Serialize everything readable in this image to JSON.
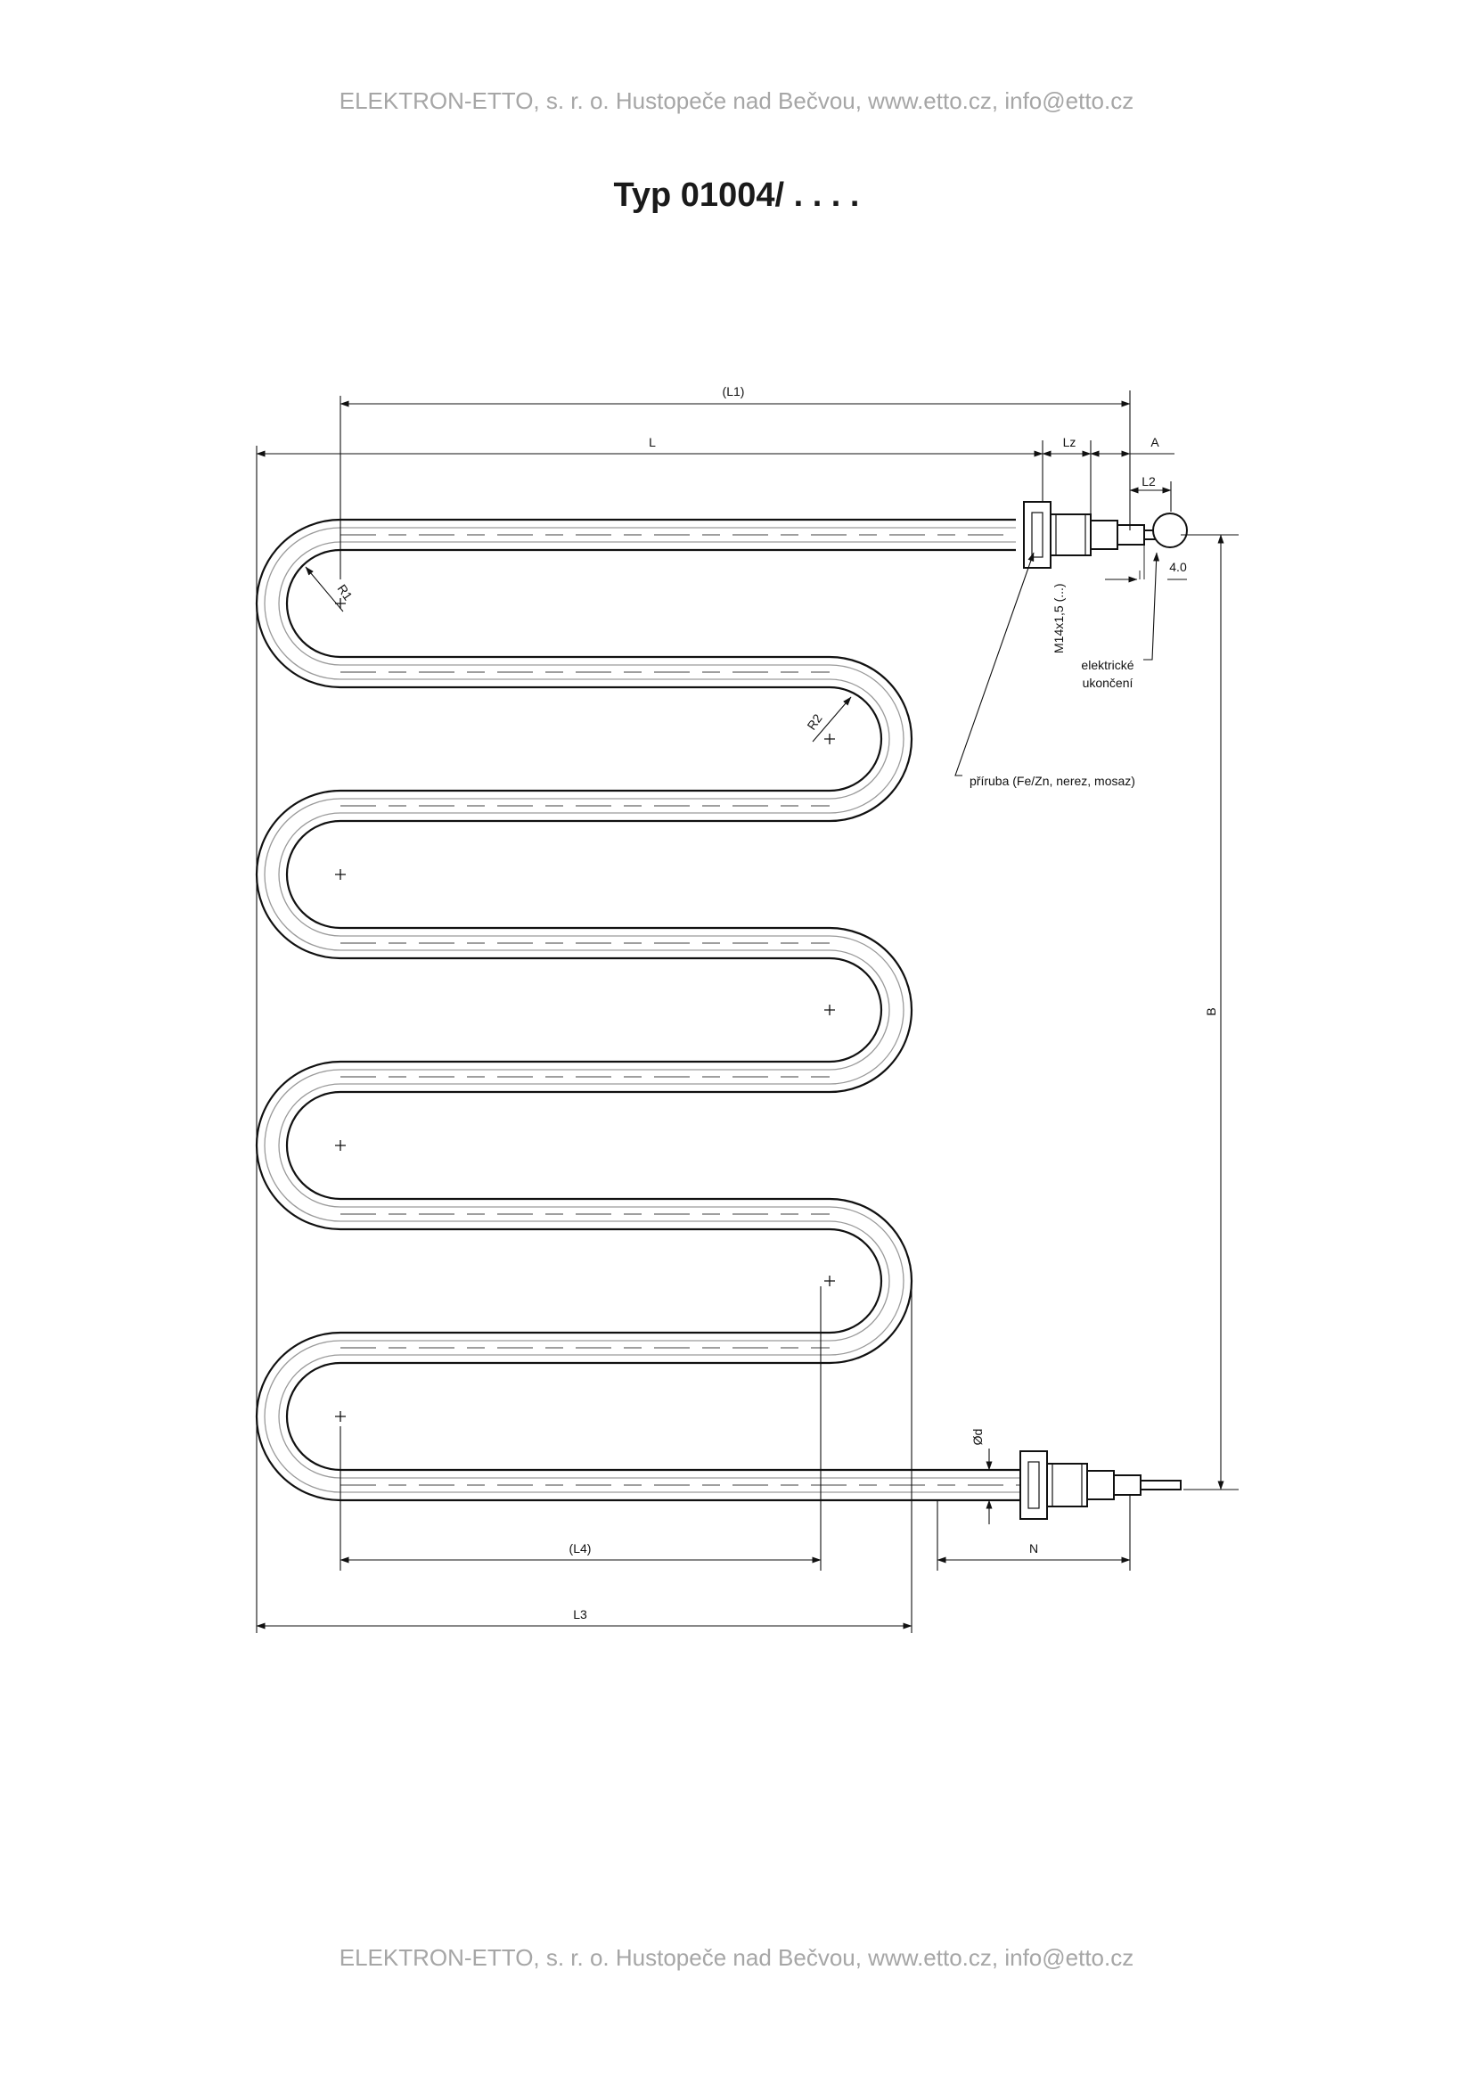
{
  "header": {
    "company_line": "ELEKTRON-ETTO, s. r. o. Hustopeče nad Bečvou, www.etto.cz, info@etto.cz"
  },
  "title": "Typ 01004/ . . . .",
  "dimensions": {
    "L1": "(L1)",
    "L": "L",
    "Lz": "Lz",
    "A": "A",
    "L2": "L2",
    "terminal_dia": "4.0",
    "thread": "M14x1,5 (...)",
    "R1": "R1",
    "R2": "R2",
    "B": "B",
    "Od": "Ød",
    "L4": "(L4)",
    "N": "N",
    "L3": "L3"
  },
  "callouts": {
    "electric_end_line1": "elektrické",
    "electric_end_line2": "ukončení",
    "flange": "příruba (Fe/Zn, nerez, mosaz)"
  },
  "footer": {
    "company_line": "ELEKTRON-ETTO, s. r. o. Hustopeče nad Bečvou, www.etto.cz, info@etto.cz"
  }
}
